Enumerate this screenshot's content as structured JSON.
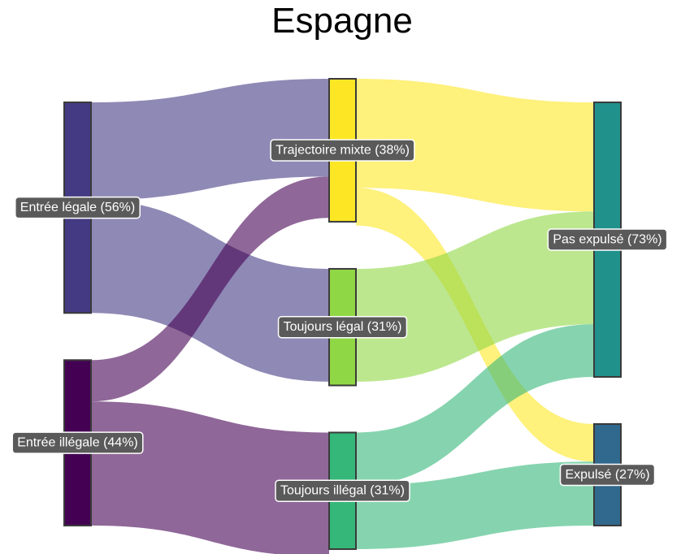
{
  "chart_data": {
    "type": "sankey",
    "title": "Espagne",
    "stages": [
      [
        "Entrée légale",
        "Entrée illégale"
      ],
      [
        "Trajectoire mixte",
        "Toujours légal",
        "Toujours illégal"
      ],
      [
        "Pas expulsé",
        "Expulsé"
      ]
    ],
    "nodes": [
      {
        "id": "entree_legale",
        "label": "Entrée légale (56%)",
        "stage": 0,
        "percent": 56,
        "color": "#443a83"
      },
      {
        "id": "entree_illegale",
        "label": "Entrée illégale (44%)",
        "stage": 0,
        "percent": 44,
        "color": "#440154"
      },
      {
        "id": "trajectoire_mixte",
        "label": "Trajectoire mixte (38%)",
        "stage": 1,
        "percent": 38,
        "color": "#fde725"
      },
      {
        "id": "toujours_legal",
        "label": "Toujours légal (31%)",
        "stage": 1,
        "percent": 31,
        "color": "#8fd744"
      },
      {
        "id": "toujours_illegal",
        "label": "Toujours illégal (31%)",
        "stage": 1,
        "percent": 31,
        "color": "#35b779"
      },
      {
        "id": "pas_expulse",
        "label": "Pas expulsé (73%)",
        "stage": 2,
        "percent": 73,
        "color": "#21918c"
      },
      {
        "id": "expulse",
        "label": "Expulsé (27%)",
        "stage": 2,
        "percent": 27,
        "color": "#31688e"
      }
    ],
    "links": [
      {
        "source": "entree_legale",
        "target": "trajectoire_mixte",
        "percent": 26
      },
      {
        "source": "entree_legale",
        "target": "toujours_legal",
        "percent": 30
      },
      {
        "source": "entree_illegale",
        "target": "trajectoire_mixte",
        "percent": 11
      },
      {
        "source": "entree_illegale",
        "target": "toujours_illegal",
        "percent": 33
      },
      {
        "source": "trajectoire_mixte",
        "target": "pas_expulse",
        "percent": 29
      },
      {
        "source": "trajectoire_mixte",
        "target": "expulse",
        "percent": 10
      },
      {
        "source": "toujours_legal",
        "target": "pas_expulse",
        "percent": 30
      },
      {
        "source": "toujours_illegal",
        "target": "pas_expulse",
        "percent": 14
      },
      {
        "source": "toujours_illegal",
        "target": "expulse",
        "percent": 17
      }
    ]
  }
}
